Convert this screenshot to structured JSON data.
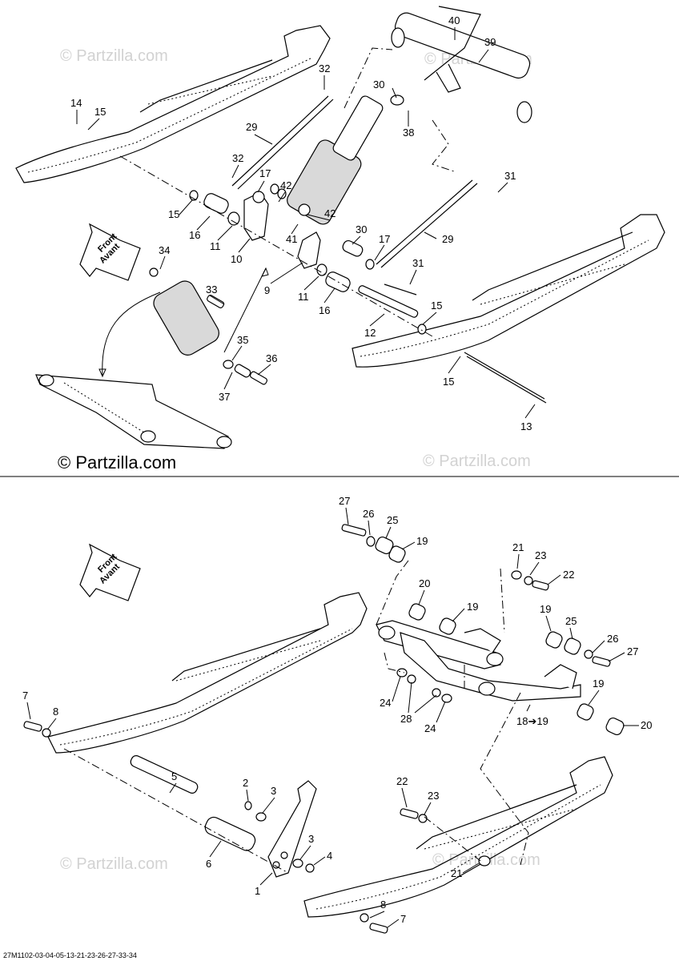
{
  "watermark_main": "© Partzilla.com",
  "watermark_faint": "© Partzilla.com",
  "front_label_line1": "Front",
  "front_label_line2": "Avant",
  "footer_code": "27M1102-03-04-05-13-21-23-26-27-33-34",
  "callouts_top": [
    "40",
    "39",
    "32",
    "30",
    "38",
    "14",
    "15",
    "29",
    "32",
    "17",
    "42",
    "31",
    "15",
    "16",
    "11",
    "10",
    "42",
    "41",
    "30",
    "17",
    "29",
    "31",
    "34",
    "33",
    "9",
    "11",
    "16",
    "12",
    "15",
    "35",
    "36",
    "37",
    "15",
    "13"
  ],
  "callouts_bottom": [
    "27",
    "26",
    "25",
    "19",
    "21",
    "23",
    "22",
    "20",
    "19",
    "19",
    "25",
    "26",
    "27",
    "24",
    "28",
    "24",
    "19",
    "18➔19",
    "20",
    "7",
    "8",
    "5",
    "2",
    "3",
    "3",
    "4",
    "22",
    "23",
    "6",
    "1",
    "21",
    "8",
    "7"
  ]
}
